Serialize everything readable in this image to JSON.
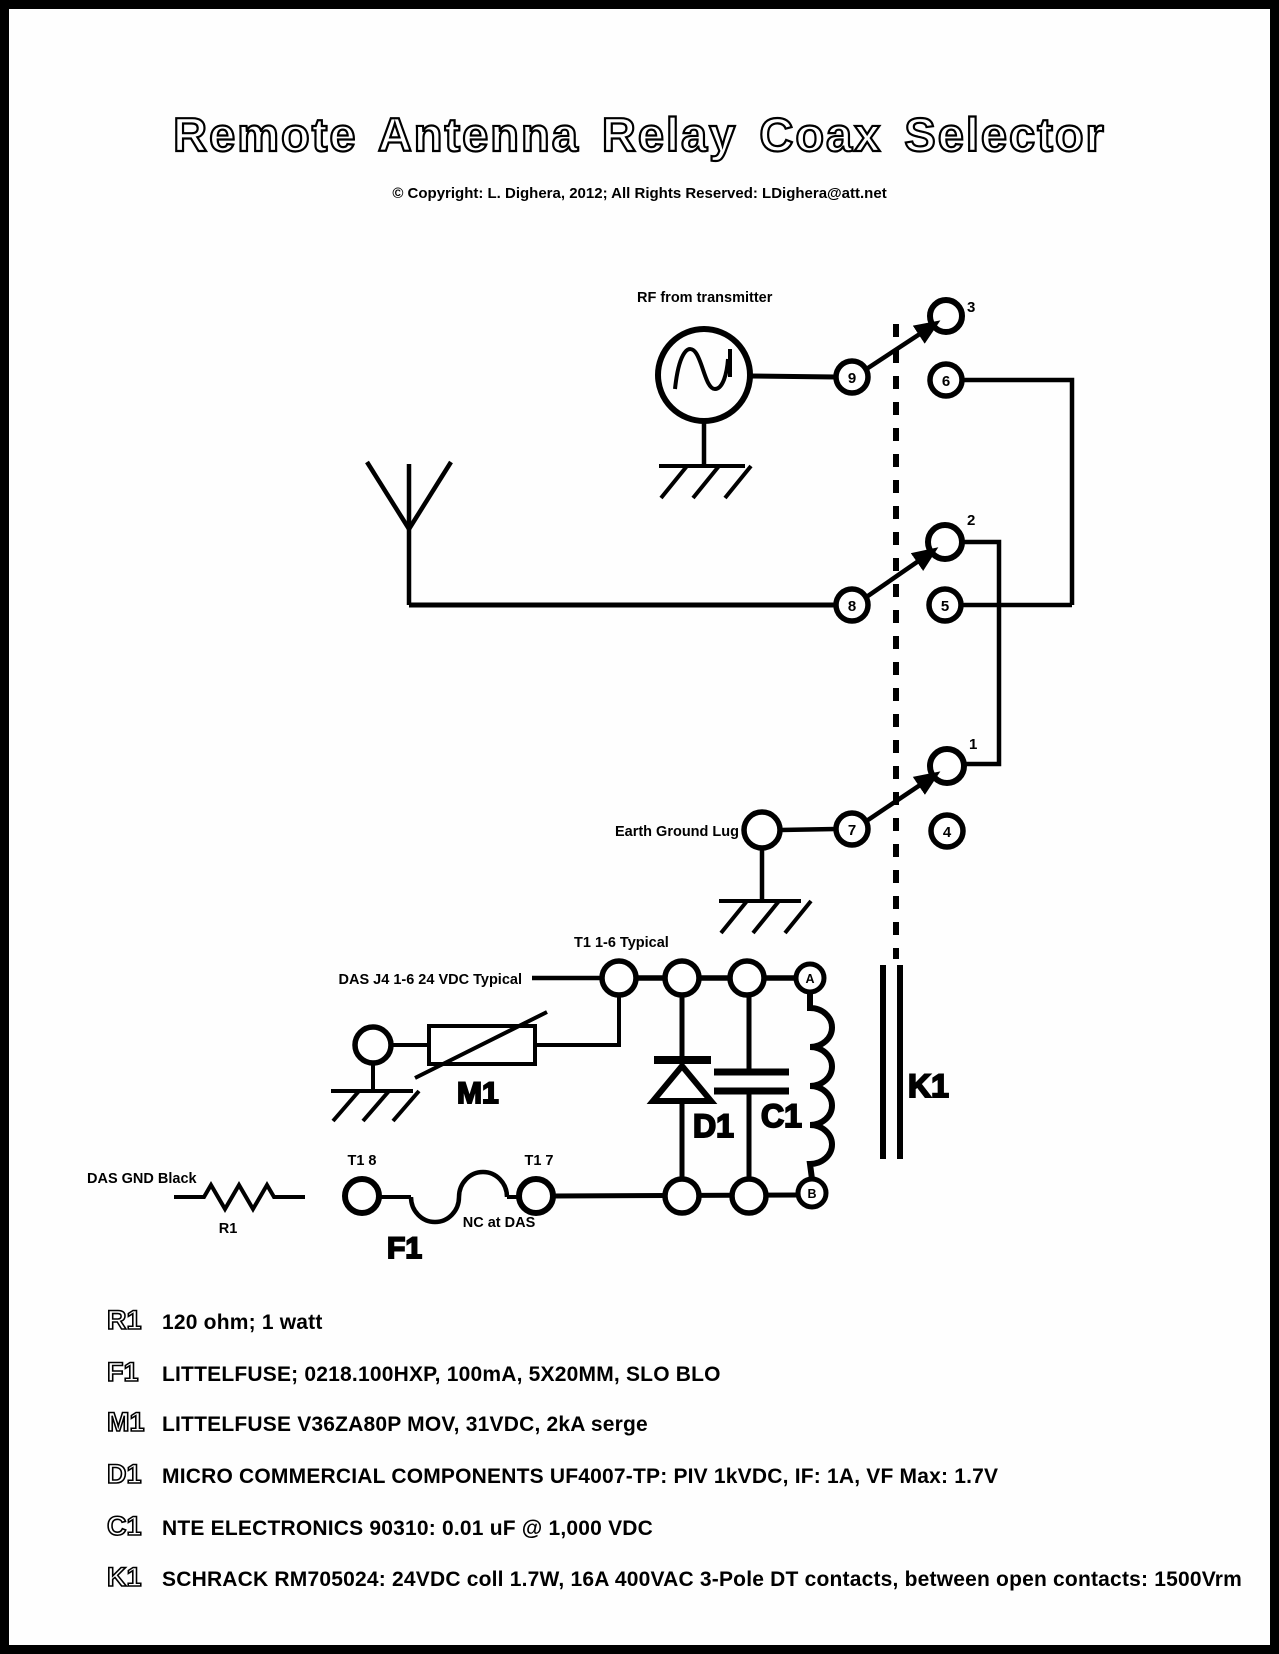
{
  "page": {
    "title": "Remote Antenna Relay Coax Selector",
    "copyright": "© Copyright: L. Dighera, 2012; All Rights Reserved: LDighera@att.net"
  },
  "schematic": {
    "rf_label": "RF from transmitter",
    "earth_ground_label": "Earth Ground Lug",
    "t1_row_label": "T1 1-6 Typical",
    "das_j4_label": "DAS J4 1-6 24 VDC Typical",
    "das_gnd_label": "DAS GND Black",
    "t1_8_label": "T1 8",
    "t1_7_label": "T1 7",
    "nc_label": "NC at DAS",
    "r1_label": "R1",
    "f1_label": "F1",
    "m1_label": "M1",
    "d1_label": "D1",
    "c1_label": "C1",
    "k1_label": "K1",
    "contact_9": "9",
    "contact_6": "6",
    "contact_3": "3",
    "contact_8": "8",
    "contact_5": "5",
    "contact_2": "2",
    "contact_7": "7",
    "contact_4": "4",
    "contact_1": "1",
    "terminal_a": "A",
    "terminal_b": "B"
  },
  "parts": [
    {
      "ref": "R1",
      "desc": "120 ohm;  1 watt"
    },
    {
      "ref": "F1",
      "desc": "LITTELFUSE; 0218.100HXP, 100mA, 5X20MM, SLO BLO"
    },
    {
      "ref": "M1",
      "desc": "LITTELFUSE V36ZA80P MOV, 31VDC, 2kA serge"
    },
    {
      "ref": "D1",
      "desc": "MICRO COMMERCIAL COMPONENTS UF4007-TP: PIV 1kVDC, IF: 1A, VF Max: 1.7V"
    },
    {
      "ref": "C1",
      "desc": "NTE ELECTRONICS 90310: 0.01 uF @ 1,000 VDC"
    },
    {
      "ref": "K1",
      "desc": "SCHRACK RM705024: 24VDC coll 1.7W, 16A 400VAC 3-Pole DT contacts, between open contacts: 1500Vrm"
    }
  ]
}
